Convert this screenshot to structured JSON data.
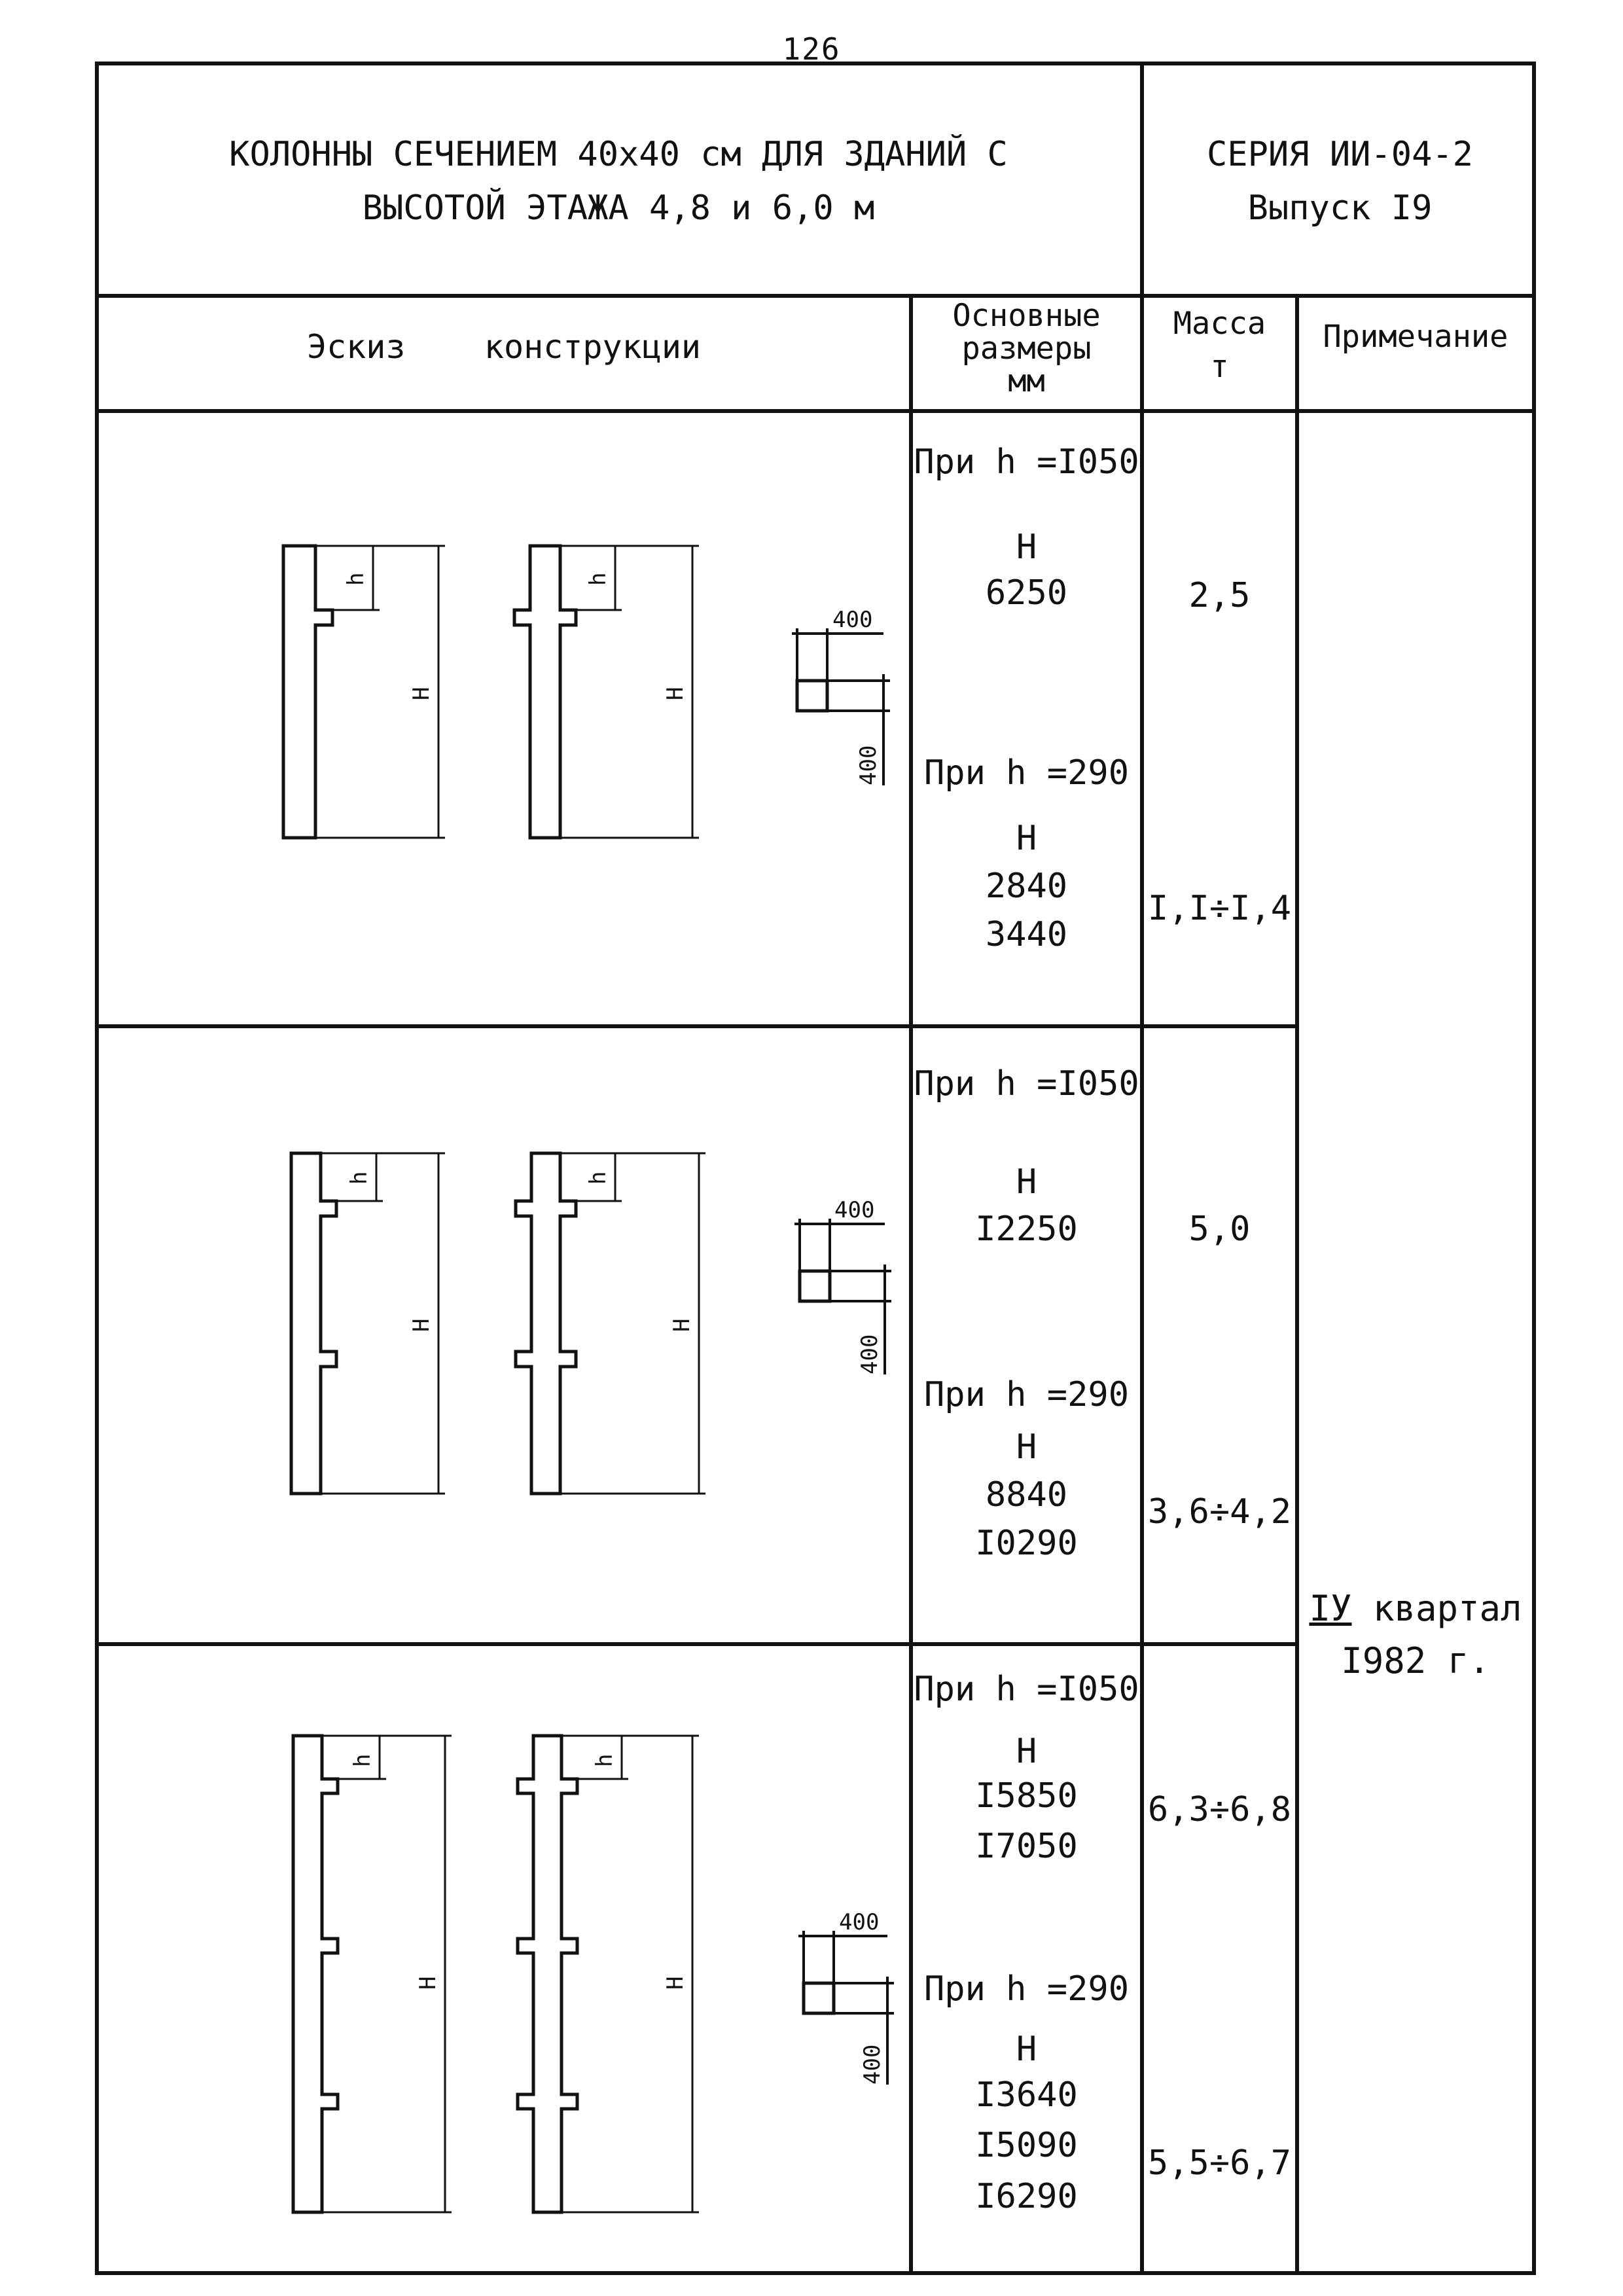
{
  "page_number": "126",
  "title": {
    "line1": "КОЛОННЫ СЕЧЕНИЕМ 40х40 см ДЛЯ ЗДАНИЙ С",
    "line2": "ВЫСОТОЙ ЭТАЖА 4,8 и 6,0 м"
  },
  "series": {
    "line1": "СЕРИЯ ИИ-04-2",
    "line2": "Выпуск I9"
  },
  "headers": {
    "sketch": "Эскиз    конструкции",
    "dimensions_line1": "Основные",
    "dimensions_line2": "размеры",
    "dimensions_line3": "мм",
    "mass_line1": "Масса",
    "mass_line2": "т",
    "note": "Примечание"
  },
  "sketch_labels": {
    "small_h": "h",
    "big_h": "H",
    "section_width": "400",
    "section_height": "400"
  },
  "rows": [
    {
      "h1050_label": "При h =I050",
      "h1050_H": "H",
      "h1050_values": [
        "6250"
      ],
      "h1050_mass": "2,5",
      "h290_label": "При h =290",
      "h290_H": "H",
      "h290_values": [
        "2840",
        "3440"
      ],
      "h290_mass": "I,I÷I,4"
    },
    {
      "h1050_label": "При h =I050",
      "h1050_H": "H",
      "h1050_values": [
        "I2250"
      ],
      "h1050_mass": "5,0",
      "h290_label": "При h =290",
      "h290_H": "H",
      "h290_values": [
        "8840",
        "I0290"
      ],
      "h290_mass": "3,6÷4,2"
    },
    {
      "h1050_label": "При h =I050",
      "h1050_H": "H",
      "h1050_values": [
        "I5850",
        "I7050"
      ],
      "h1050_mass": "6,3÷6,8",
      "h290_label": "При h =290",
      "h290_H": "H",
      "h290_values": [
        "I3640",
        "I5090",
        "I6290"
      ],
      "h290_mass": "5,5÷6,7"
    }
  ],
  "note": {
    "quarter": "IУ",
    "quarter_word": " квартал",
    "year": "I982 г."
  }
}
